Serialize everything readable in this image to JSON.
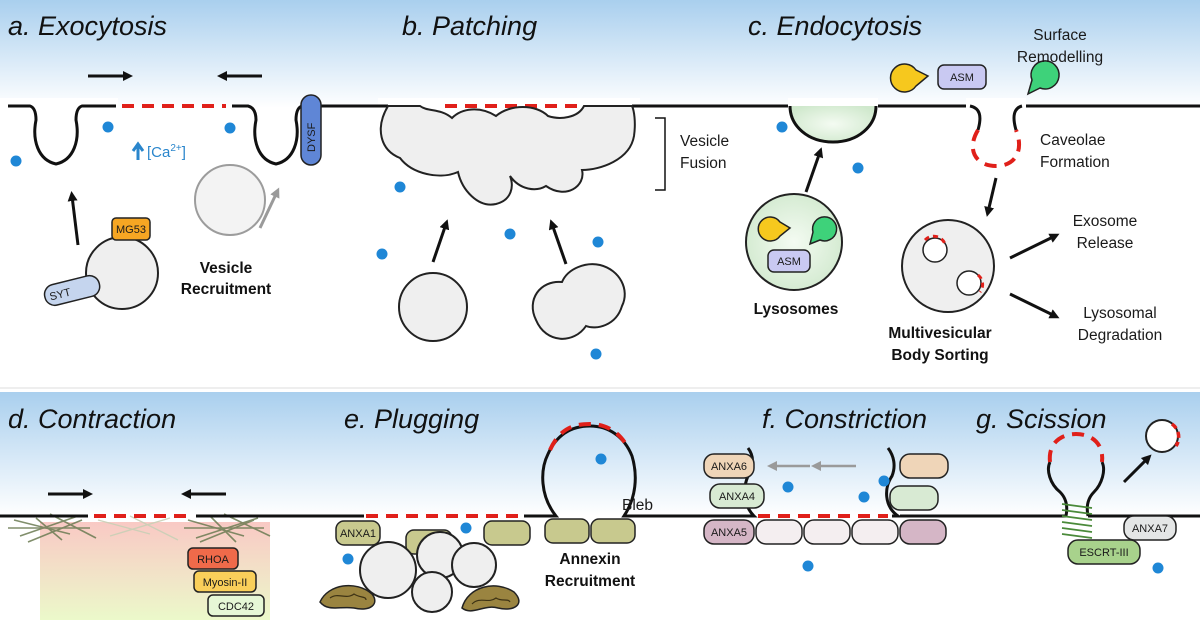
{
  "panels": {
    "a": {
      "title": "a. Exocytosis",
      "ca_label": "[Ca",
      "ca_sup": "2+",
      "ca_close": "]",
      "vesicle_recruitment": [
        "Vesicle",
        "Recruitment"
      ],
      "proteins": {
        "mg53": "MG53",
        "syt": "SYT",
        "dysf": "DYSF"
      }
    },
    "b": {
      "title": "b. Patching",
      "vesicle_fusion": [
        "Vesicle",
        "Fusion"
      ]
    },
    "c": {
      "title": "c. Endocytosis",
      "surface_remodelling": [
        "Surface",
        "Remodelling"
      ],
      "caveolae_formation": [
        "Caveolae",
        "Formation"
      ],
      "lysosomes": "Lysosomes",
      "mvb_sorting": [
        "Multivesicular",
        "Body Sorting"
      ],
      "exosome_release": [
        "Exosome",
        "Release"
      ],
      "lysosomal_degradation": [
        "Lysosomal",
        "Degradation"
      ],
      "proteins": {
        "asm_top": "ASM",
        "asm_lys": "ASM"
      }
    },
    "d": {
      "title": "d. Contraction",
      "proteins": {
        "rhoa": "RHOA",
        "myosin": "Myosin-II",
        "cdc42": "CDC42"
      }
    },
    "e": {
      "title": "e. Plugging",
      "bleb": "Bleb",
      "annexin_recruitment": [
        "Annexin",
        "Recruitment"
      ],
      "proteins": {
        "anxa1": "ANXA1"
      }
    },
    "f": {
      "title": "f. Constriction",
      "proteins": {
        "anxa6": "ANXA6",
        "anxa4": "ANXA4",
        "anxa5": "ANXA5"
      }
    },
    "g": {
      "title": "g. Scission",
      "proteins": {
        "escrt": "ESCRT-III",
        "anxa7": "ANXA7"
      }
    }
  },
  "colors": {
    "calcium": "#1f87d6",
    "damage": "#e0201a",
    "mg53": "#f6a623",
    "syt": "#c5d5ee",
    "dysf": "#5f86d6",
    "asm": "#c9c9f2",
    "pacman_yellow": "#f6c81e",
    "pacman_green": "#3ed27a",
    "rhoa": "#ef6a4a",
    "myosin": "#f9cf5a",
    "cdc42": "#e6f7d6",
    "anxa1": "#c8c98e",
    "anxa6": "#efd5b8",
    "anxa4": "#d8ead3",
    "anxa5": "#d5b6c6",
    "anxa7": "#e4e6e6",
    "escrt": "#a8d28c"
  }
}
